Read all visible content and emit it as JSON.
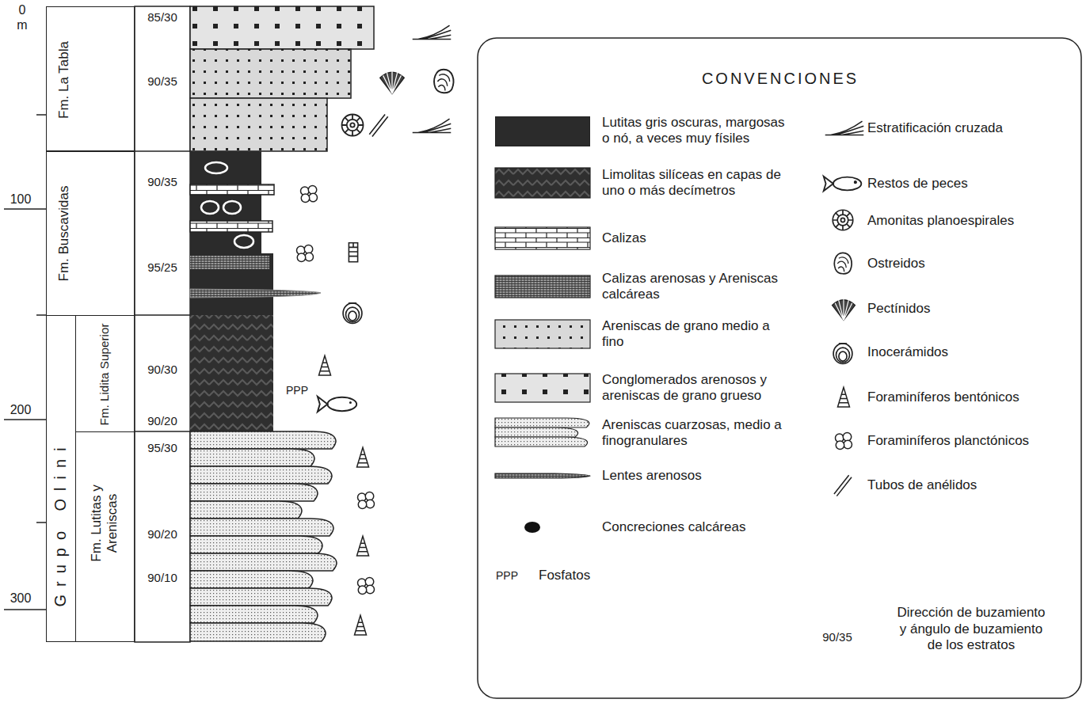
{
  "diagram": {
    "nodes": [
      {
        "text": [
          "Fm. La Tabla"
        ]
      },
      {
        "text": [
          "Fm. Buscavidas"
        ]
      },
      {
        "text": [
          "Grupo Olini"
        ]
      },
      {
        "text": [
          "Fm. Lidita Superior"
        ],
        "in": 2
      },
      {
        "text": [
          "Fm. Lutitas y Areniscas"
        ],
        "in": 2
      }
    ],
    "labels": [
      "0",
      "m",
      "85/30",
      "90/35",
      "90/35",
      "100",
      "95/25",
      "90/30",
      "PPP",
      "200",
      "90/20",
      "95/30",
      "90/20",
      "90/10",
      "300",
      "CONVENCIONES",
      "PPP",
      "90/35"
    ],
    "legend": [
      {
        "text": "Lutitas gris oscuras, margosas o nó, a veces muy físiles",
        "color": "#2b2b2b"
      },
      {
        "text": "Limolitas silíceas en capas de uno o más decímetros"
      },
      {
        "text": "Calizas"
      },
      {
        "text": "Calizas arenosas y Areniscas calcáreas"
      },
      {
        "text": "Areniscas de grano medio a fino"
      },
      {
        "text": "Conglomerados arenosos y areniscas de grano grueso"
      },
      {
        "text": "Areniscas cuarzosas, medio a finogranulares"
      },
      {
        "text": "Lentes arenosos"
      },
      {
        "text": "Concreciones calcáreas"
      },
      {
        "text": "Fosfatos"
      },
      {
        "text": "Estratificación cruzada"
      },
      {
        "text": "Restos de peces"
      },
      {
        "text": "Amonitas planoespirales"
      },
      {
        "text": "Ostreidos"
      },
      {
        "text": "Pectínidos"
      },
      {
        "text": "Inocerámidos"
      },
      {
        "text": "Foraminíferos bentónicos"
      },
      {
        "text": "Foraminíferos planctónicos"
      },
      {
        "text": "Tubos de anélidos"
      },
      {
        "text": "Dirección de buzamiento y ángulo de buzamiento de los estratos"
      }
    ]
  }
}
